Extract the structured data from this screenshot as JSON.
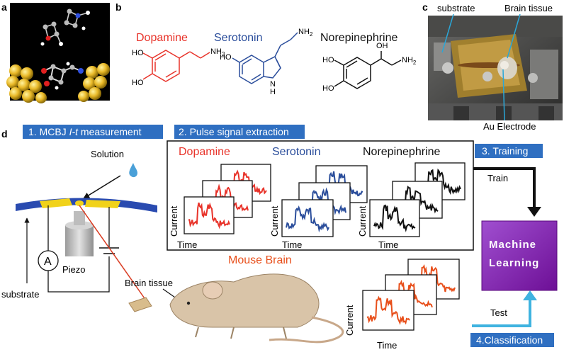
{
  "panels": {
    "a": {
      "label": "a"
    },
    "b": {
      "label": "b",
      "dopamine": {
        "name": "Dopamine",
        "color": "#e8332a",
        "ho1": "HO",
        "ho2": "HO",
        "nh2": "NH",
        "nh2_sub": "2"
      },
      "serotonin": {
        "name": "Serotonin",
        "color": "#2a4d9b",
        "ho": "HO",
        "nh2": "NH",
        "nh2_sub": "2",
        "nh": "N",
        "h": "H"
      },
      "norepinephrine": {
        "name": "Norepinephrine",
        "color": "#111111",
        "ho1": "HO",
        "ho2": "HO",
        "oh": "OH",
        "nh2": "NH",
        "nh2_sub": "2"
      }
    },
    "c": {
      "label": "c",
      "substrate": "substrate",
      "brain_tissue": "Brain tissue",
      "au_electrode": "Au Electrode"
    },
    "d": {
      "label": "d",
      "step1_pre": "1. MCBJ ",
      "step1_italic": "I-t",
      "step1_post": " measurement",
      "step2": "2. Pulse signal extraction",
      "step3": "3. Training",
      "step4": "4.Classification",
      "solution": "Solution",
      "ammeter": "A",
      "piezo": "Piezo",
      "substrate": "substrate",
      "brain_tissue": "Brain tissue",
      "mouse_brain": "Mouse Brain",
      "train": "Train",
      "test": "Test",
      "ml_line1": "Machine",
      "ml_line2": "Learning",
      "current": "Current",
      "time": "Time"
    }
  },
  "colors": {
    "step_box": "#2f6fc1",
    "dopamine": "#e8332a",
    "serotonin": "#2a4d9b",
    "norepinephrine": "#111111",
    "test_trace": "#e8501c",
    "ml_box": "#8a1fb0",
    "test_arrow": "#3fb3e0",
    "mouse_label": "#e8501c"
  }
}
